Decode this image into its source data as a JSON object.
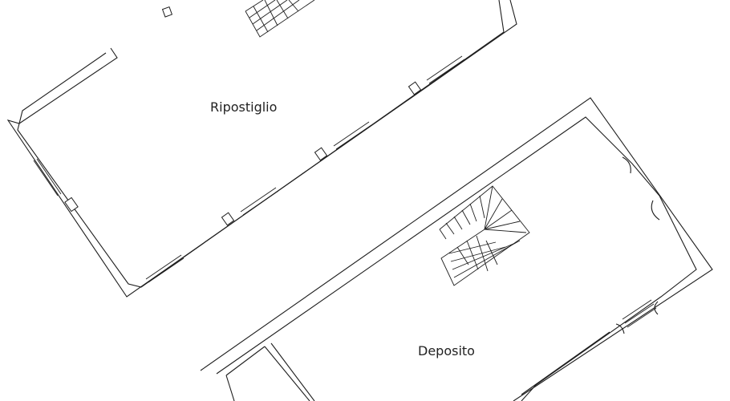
{
  "rooms": [
    {
      "id": "ripostiglio",
      "label": "Ripostiglio"
    },
    {
      "id": "deposito",
      "label": "Deposito"
    }
  ],
  "colors": {
    "background": "#ffffff",
    "line": "#1e1e1e",
    "text": "#222222"
  }
}
